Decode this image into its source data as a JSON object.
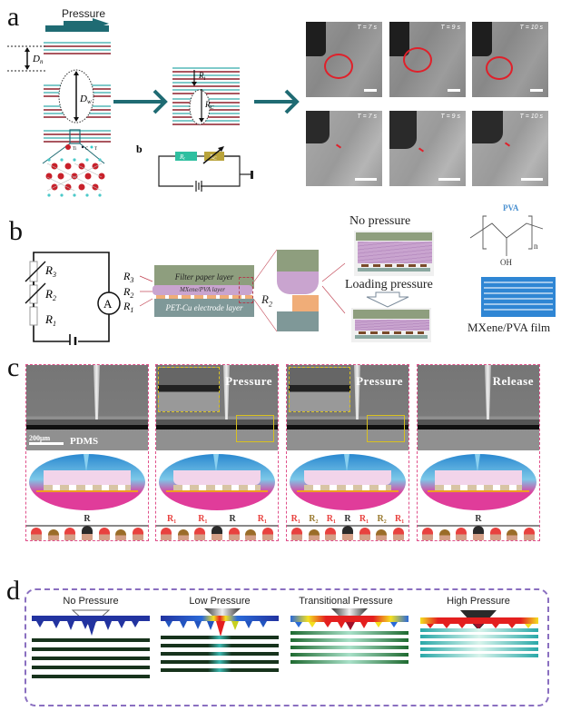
{
  "panels": {
    "a": {
      "label": "a",
      "pressure_label": "Pressure",
      "dn_label": "D",
      "dn_sub": "n",
      "dw_label": "D",
      "dw_sub": "w",
      "rt_label": "R",
      "rt_sub": "t",
      "rc_label": "R",
      "rc_sub": "C",
      "legend_ti": "Ti",
      "legend_c": "C",
      "legend_t": "T",
      "tem_top": [
        {
          "time": "T = 7 s"
        },
        {
          "time": "T = 9 s"
        },
        {
          "time": "T = 10 s"
        }
      ],
      "tem_bottom": [
        {
          "time": "T = 7 s"
        },
        {
          "time": "T = 9 s"
        },
        {
          "time": "T = 10 s"
        }
      ],
      "colors": {
        "arrow": "#1f6b73",
        "mxene_red": "#8e1f2a",
        "mxene_teal": "#6fc3c3",
        "circle": "#e0202a"
      }
    },
    "a_inset_b": {
      "label": "b",
      "r1_label": "R",
      "r1_sub": "t",
      "rc_label": "R",
      "rc_sub": "C",
      "colors": {
        "r1": "#2fbfa0",
        "rc": "#b9a33a"
      }
    },
    "b": {
      "label": "b",
      "circuit": {
        "r3": "R",
        "r3_sub": "3",
        "r2": "R",
        "r2_sub": "2",
        "r1": "R",
        "r1_sub": "1",
        "ammeter": "A"
      },
      "stack_labels": {
        "r3": "R",
        "r3_sub": "3",
        "r2": "R",
        "r2_sub": "2",
        "r1": "R",
        "r1_sub": "1"
      },
      "layers": {
        "filter": "Filter paper layer",
        "mxene": "MXene/PVA layer",
        "pet": "PET-Cu electrode layer"
      },
      "zoom_r2": "R",
      "zoom_r2_sub": "2",
      "no_pressure": "No pressure",
      "loading_pressure": "Loading pressure",
      "pva_title": "PVA",
      "pva_n": "n",
      "pva_oh": "OH",
      "film_label": "MXene/PVA film",
      "colors": {
        "filter": "#8e9e7e",
        "mxene": "#c9a4cf",
        "copper": "#f0ad78",
        "pet": "#7f9898",
        "film": "#2f86d4"
      }
    },
    "c": {
      "label": "c",
      "frames": [
        {
          "state": "",
          "substrate": "PDMS",
          "scale": "200μm",
          "r_labels": [
            "R"
          ]
        },
        {
          "state": "Pressure",
          "substrate": "",
          "scale": "",
          "r_labels": [
            "R₁",
            "R₁",
            "R",
            "R₁"
          ]
        },
        {
          "state": "Pressure",
          "substrate": "",
          "scale": "",
          "r_labels": [
            "R₁",
            "R₂",
            "R₁",
            "R",
            "R₁",
            "R₂",
            "R₁"
          ]
        },
        {
          "state": "Release",
          "substrate": "",
          "scale": "",
          "r_labels": [
            "R"
          ]
        }
      ],
      "colors": {
        "border": "#e0508a",
        "red_figure": "#e8423f",
        "brown_figure": "#9a6c28",
        "black_figure": "#2a2a2a"
      }
    },
    "d": {
      "label": "d",
      "states": [
        {
          "title": "No Pressure"
        },
        {
          "title": "Low Pressure"
        },
        {
          "title": "Transitional Pressure"
        },
        {
          "title": "High Pressure"
        }
      ],
      "colors": {
        "border": "#8a6fc0",
        "blue": "#2233a0",
        "red": "#e41f1f",
        "dark_green": "#17331c",
        "teal": "#3bb8b0"
      }
    }
  }
}
